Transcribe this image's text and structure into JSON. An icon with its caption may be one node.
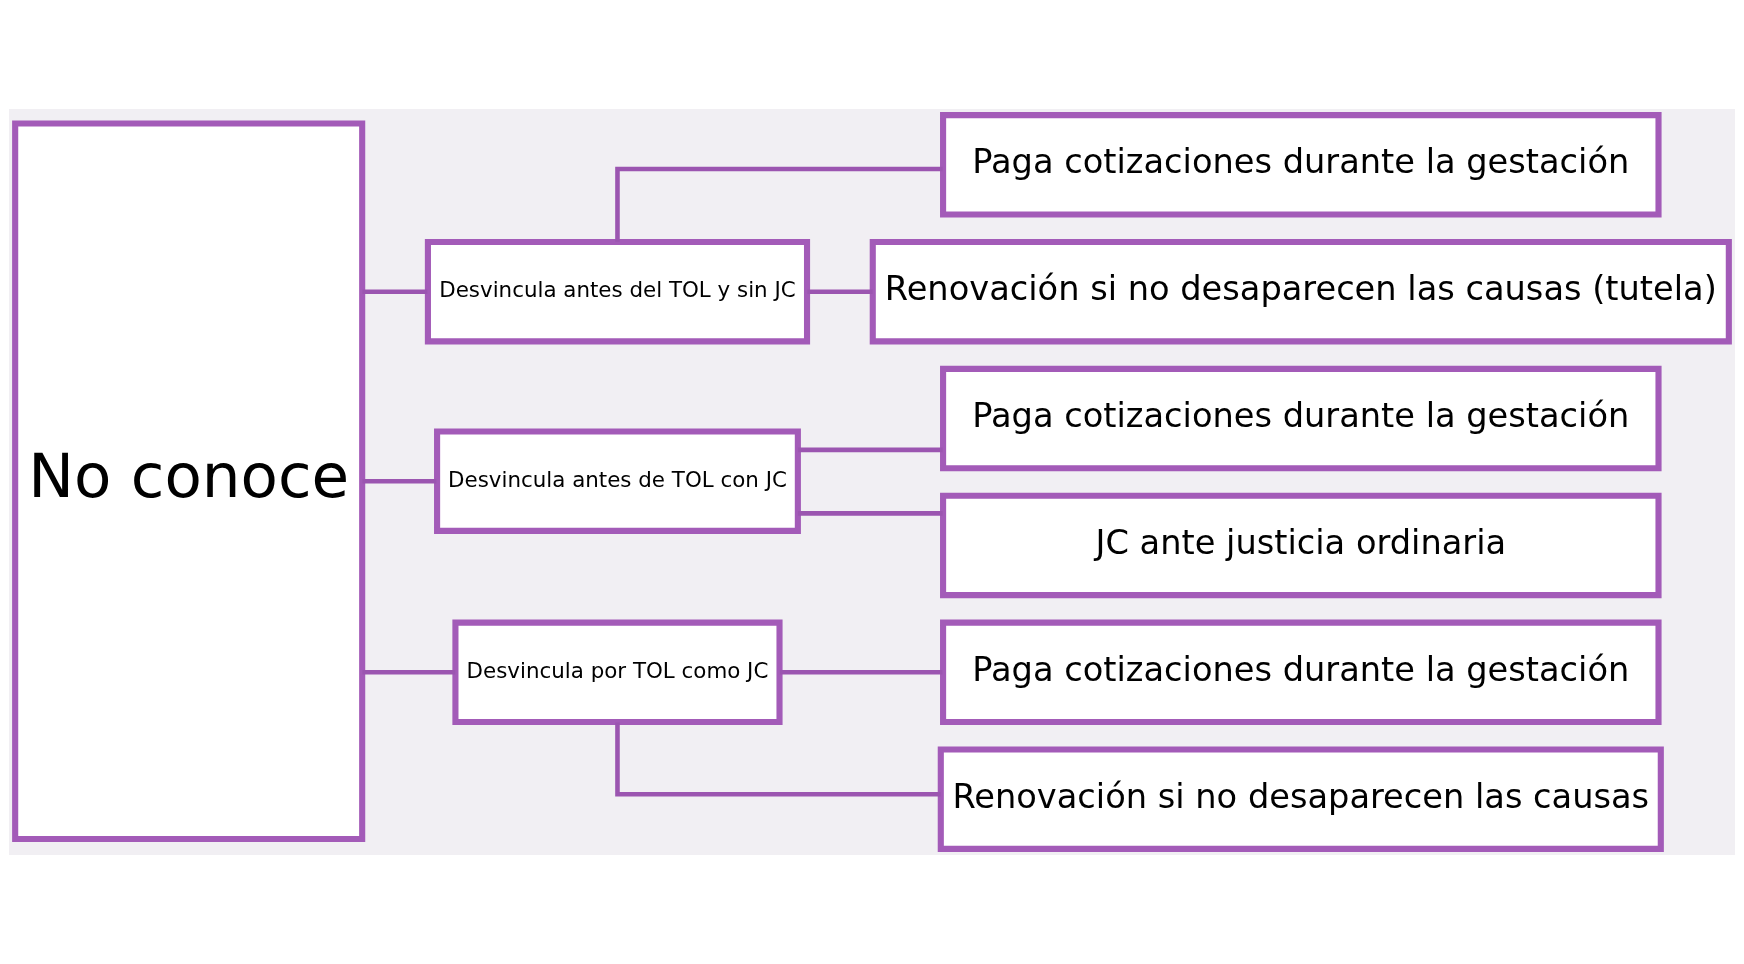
{
  "diagram": {
    "nodes": [
      {
        "text": [
          "No conoce"
        ]
      },
      {
        "text": [
          "Desvincula antes del TOL y sin JC"
        ]
      },
      {
        "text": [
          "Desvincula antes de TOL con JC"
        ]
      },
      {
        "text": [
          "Desvincula por TOL como JC"
        ]
      },
      {
        "text": [
          "Paga cotizaciones durante la gestación"
        ]
      },
      {
        "text": [
          "Renovación si no desaparecen las causas (tutela)"
        ]
      },
      {
        "text": [
          "Paga cotizaciones durante la gestación"
        ]
      },
      {
        "text": [
          "JC ante justicia ordinaria"
        ]
      },
      {
        "text": [
          "Paga cotizaciones durante la gestación"
        ]
      },
      {
        "text": [
          "Renovación si no desaparecen las causas"
        ]
      }
    ],
    "edges": [
      {
        "from": 0,
        "to": 1,
        "arrow": "none"
      },
      {
        "from": 0,
        "to": 2,
        "arrow": "none"
      },
      {
        "from": 0,
        "to": 3,
        "arrow": "none"
      },
      {
        "from": 1,
        "to": 4,
        "arrow": "none"
      },
      {
        "from": 1,
        "to": 5,
        "arrow": "none"
      },
      {
        "from": 2,
        "to": 6,
        "arrow": "none"
      },
      {
        "from": 2,
        "to": 7,
        "arrow": "none"
      },
      {
        "from": 3,
        "to": 8,
        "arrow": "none"
      },
      {
        "from": 3,
        "to": 9,
        "arrow": "none"
      }
    ]
  }
}
